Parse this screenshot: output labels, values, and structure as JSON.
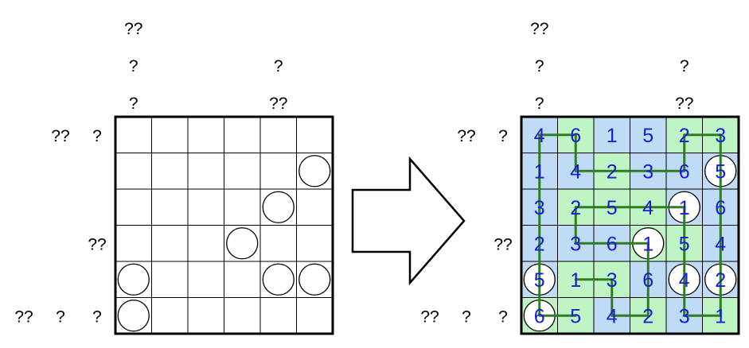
{
  "puzzle": {
    "rows": 6,
    "cols": 6,
    "top_clues": [
      [
        "??",
        "?",
        "?"
      ],
      [],
      [],
      [],
      [
        "?",
        "??"
      ],
      []
    ],
    "left_clues": [
      [
        "??",
        "?"
      ],
      [],
      [],
      [
        "??"
      ],
      [],
      [
        "??",
        "?",
        "?"
      ]
    ],
    "circles": [
      [
        1,
        5
      ],
      [
        2,
        4
      ],
      [
        3,
        3
      ],
      [
        4,
        0
      ],
      [
        4,
        4
      ],
      [
        4,
        5
      ],
      [
        5,
        0
      ]
    ]
  },
  "solution": {
    "numbers": [
      [
        "4",
        "6",
        "1",
        "5",
        "2",
        "3"
      ],
      [
        "1",
        "4",
        "2",
        "3",
        "6",
        "5"
      ],
      [
        "3",
        "2",
        "5",
        "4",
        "1",
        "6"
      ],
      [
        "2",
        "3",
        "6",
        "1",
        "5",
        "4"
      ],
      [
        "5",
        "1",
        "3",
        "6",
        "4",
        "2"
      ],
      [
        "6",
        "5",
        "4",
        "2",
        "3",
        "1"
      ]
    ],
    "regions": [
      [
        "blue",
        "green",
        "blue",
        "blue",
        "green",
        "green"
      ],
      [
        "blue",
        "blue",
        "green",
        "blue",
        "blue",
        "blue"
      ],
      [
        "blue",
        "green",
        "green",
        "green",
        "blue",
        "blue"
      ],
      [
        "blue",
        "blue",
        "blue",
        "green",
        "green",
        "blue"
      ],
      [
        "blue",
        "green",
        "green",
        "blue",
        "blue",
        "blue"
      ],
      [
        "green",
        "green",
        "blue",
        "green",
        "blue",
        "green"
      ]
    ],
    "circles": [
      [
        1,
        5
      ],
      [
        2,
        4
      ],
      [
        3,
        3
      ],
      [
        4,
        0
      ],
      [
        4,
        4
      ],
      [
        4,
        5
      ],
      [
        5,
        0
      ]
    ],
    "path_segments": [
      [
        [
          0,
          0
        ],
        [
          0,
          1
        ]
      ],
      [
        [
          0,
          1
        ],
        [
          1,
          1
        ]
      ],
      [
        [
          1,
          1
        ],
        [
          1,
          4
        ]
      ],
      [
        [
          1,
          4
        ],
        [
          0,
          4
        ]
      ],
      [
        [
          0,
          4
        ],
        [
          0,
          5
        ]
      ],
      [
        [
          0,
          5
        ],
        [
          5,
          5
        ]
      ],
      [
        [
          5,
          5
        ],
        [
          5,
          4
        ]
      ],
      [
        [
          5,
          4
        ],
        [
          2,
          4
        ]
      ],
      [
        [
          2,
          4
        ],
        [
          2,
          1
        ]
      ],
      [
        [
          2,
          1
        ],
        [
          3,
          1
        ]
      ],
      [
        [
          3,
          1
        ],
        [
          3,
          3
        ]
      ],
      [
        [
          3,
          3
        ],
        [
          5,
          3
        ]
      ],
      [
        [
          5,
          3
        ],
        [
          5,
          2
        ]
      ],
      [
        [
          5,
          2
        ],
        [
          4,
          2
        ]
      ],
      [
        [
          4,
          2
        ],
        [
          4,
          1
        ]
      ],
      [
        [
          0,
          0
        ],
        [
          5,
          0
        ]
      ],
      [
        [
          5,
          0
        ],
        [
          5,
          1
        ]
      ]
    ]
  },
  "arrow": {
    "direction": "right"
  },
  "colors": {
    "blue": "#bfdbf5",
    "green": "#bff5c4",
    "digit": "#1a1ad8",
    "path": "#2e7d25",
    "grid": "#000000",
    "background": "#ffffff"
  }
}
